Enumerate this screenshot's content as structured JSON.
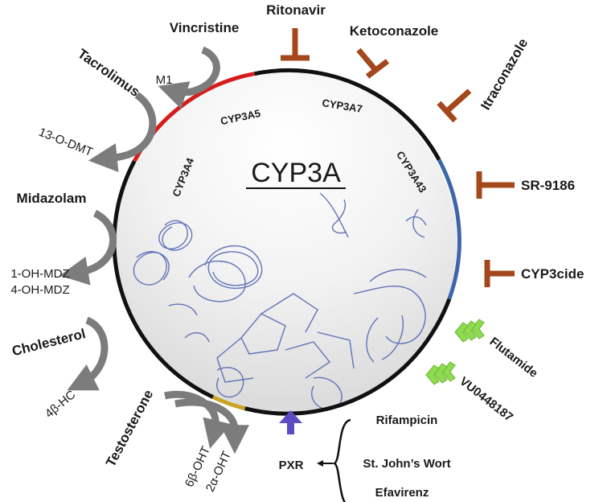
{
  "title": "CYP3A",
  "isoforms": {
    "a4": "CYP3A4",
    "a5": "CYP3A5",
    "a7": "CYP3A7",
    "a43": "CYP3A43"
  },
  "substrates": [
    {
      "name": "Vincristine",
      "metabolite": "M1"
    },
    {
      "name": "Tacrolimus",
      "metabolite": "13-O-DMT"
    },
    {
      "name": "Midazolam",
      "metabolite_1": "1-OH-MDZ",
      "metabolite_2": "4-OH-MDZ"
    },
    {
      "name": "Cholesterol",
      "metabolite": "4β-HC"
    },
    {
      "name": "Testosterone",
      "metabolite_1": "6β-OHT",
      "metabolite_2": "2α-OHT"
    }
  ],
  "inhibitors": [
    "Ritonavir",
    "Ketoconazole",
    "Itraconazole",
    "SR-9186",
    "CYP3cide"
  ],
  "activators": [
    "Flutamide",
    "VU0448187"
  ],
  "pxr": {
    "label": "PXR",
    "inducers": [
      "Rifampicin",
      "St. John’s Wort",
      "Efavirenz"
    ]
  },
  "colors": {
    "ring": "#111111",
    "cyp3a5_arc": "#d51d1d",
    "cyp3a43_arc": "#3d66a8",
    "cyp3a7_arc": "#c9a227",
    "inhibitor": "#a4471c",
    "substrate_arrow": "#7c7c7c",
    "activator": "#8fdb4f",
    "pxr_arrow": "#5b4cc4",
    "protein": "#4a5fae"
  }
}
